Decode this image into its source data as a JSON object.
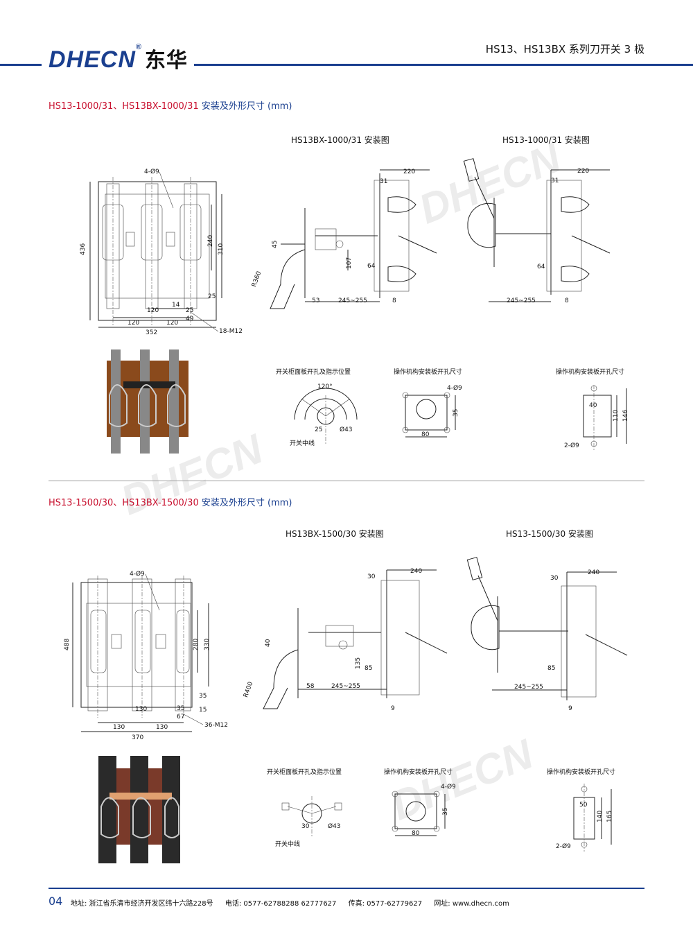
{
  "header": {
    "brand": "DH",
    "brand_e": "E",
    "brand_tail": "CN",
    "registered": "®",
    "brand_cn": "东华",
    "title": "HS13、HS13BX 系列刀开关 3 极"
  },
  "section1": {
    "title_red": "HS13-1000/31、HS13BX-1000/31",
    "title_blue": "安装及外形尺寸 (mm)",
    "fig_bx": "HS13BX-1000/31 安装图",
    "fig_hs": "HS13-1000/31 安装图",
    "cap_panel": "开关柜面板开孔及指示位置",
    "cap_mech": "操作机构安装板开孔尺寸",
    "cap_mech2": "操作机构安装板开孔尺寸",
    "front_dims": {
      "holes": "4-Ø9",
      "h436": "436",
      "h240": "240",
      "h310": "310",
      "w120a": "120",
      "w120b": "120",
      "w120c": "120",
      "w352": "352",
      "d14": "14",
      "d25a": "25",
      "d25b": "25",
      "d49": "49",
      "bolts": "18-M12"
    },
    "bx_dims": {
      "w220": "220",
      "d31": "31",
      "d45": "45",
      "r": "R360",
      "d107": "107",
      "d64": "64",
      "d53": "53",
      "range": "245~255",
      "d8": "8"
    },
    "hs_dims": {
      "w220": "220",
      "d31": "31",
      "d64": "64",
      "range": "245~255",
      "d8": "8"
    },
    "panel_dims": {
      "angle": "120°",
      "d25": "25",
      "dia": "Ø43",
      "centerline": "开关中线"
    },
    "mech_dims": {
      "holes": "4-Ø9",
      "d35": "35",
      "d80": "80"
    },
    "mech2_dims": {
      "d40": "40",
      "d110": "110",
      "d146": "146",
      "holes": "2-Ø9"
    }
  },
  "section2": {
    "title_red": "HS13-1500/30、HS13BX-1500/30",
    "title_blue": "安装及外形尺寸 (mm)",
    "fig_bx": "HS13BX-1500/30 安装图",
    "fig_hs": "HS13-1500/30 安装图",
    "cap_panel": "开关柜面板开孔及指示位置",
    "cap_mech": "操作机构安装板开孔尺寸",
    "cap_mech2": "操作机构安装板开孔尺寸",
    "front_dims": {
      "holes": "4-Ø9",
      "h488": "488",
      "h280": "280",
      "h330": "330",
      "w130a": "130",
      "w130b": "130",
      "w130c": "130",
      "w370": "370",
      "d35a": "35",
      "d35b": "35",
      "d15": "15",
      "d67": "67",
      "bolts": "36-M12"
    },
    "bx_dims": {
      "w240": "240",
      "d30": "30",
      "d40": "40",
      "r": "R400",
      "d135": "135",
      "d85": "85",
      "d58": "58",
      "range": "245~255",
      "d9": "9"
    },
    "hs_dims": {
      "w240": "240",
      "d30": "30",
      "d85": "85",
      "range": "245~255",
      "d9": "9"
    },
    "panel_dims": {
      "d30": "30",
      "dia": "Ø43",
      "centerline": "开关中线"
    },
    "mech_dims": {
      "holes": "4-Ø9",
      "d35": "35",
      "d80": "80"
    },
    "mech2_dims": {
      "d50": "50",
      "d140": "140",
      "d165": "165",
      "holes": "2-Ø9"
    }
  },
  "footer": {
    "page": "04",
    "address": "地址:  浙江省乐清市经济开发区纬十六路228号",
    "phone": "电话:  0577-62788288    62777627",
    "fax": "传真:  0577-62779627",
    "web": "网址:  www.dhecn.com"
  },
  "watermark": "DHECN",
  "colors": {
    "brand_blue": "#1a3f8f",
    "title_red": "#c8102e"
  }
}
